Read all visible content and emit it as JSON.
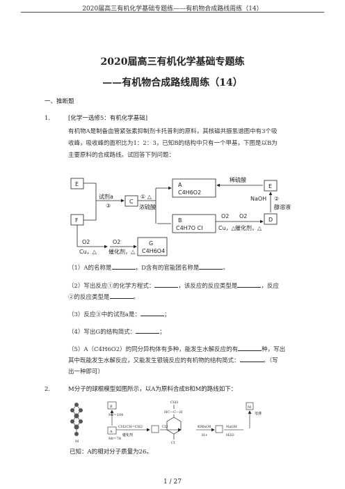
{
  "header": "2020届高三有机化学基础专题练——有机物合成路线周练（14）",
  "title_line1": "2020届高三有机化学基础专题练",
  "title_line2": "——有机物合成路线周练（14）",
  "section": "一、推断题",
  "q1": {
    "number": "1.",
    "tag": "[化学一选修5：有机化学基础]",
    "intro_lines": [
      "有机物A是制备血管紧张素抑制剂卡托普利的原料，其核磁共振氢谱图中有3个吸",
      "收峰，吸收峰的面积比为1：2：3，已知B的结构中只有一个甲基，下图是以B为",
      "主要原料的合成路线。试回答下列问题："
    ],
    "diagram": {
      "E": "E",
      "F": "F",
      "C": "C",
      "A": "A",
      "A_formula": "C4H6O2",
      "B": "B",
      "B_formula": "C4H7O Cl",
      "D": "D",
      "G": "G",
      "G_formula": "C4H6O4",
      "reagent_a": "试剂a",
      "step3": "③",
      "step1": "① △",
      "conc_h2so4": "浓硫酸",
      "dil_h2so4": "稀硫酸",
      "naoh": "NaOH",
      "step2": "②",
      "alcohol_soln": "醇溶液",
      "o2_cu": "O2",
      "cu_heat": "Cu，△",
      "cat_heat": "催化剂，△"
    },
    "sub": [
      [
        "（1）A的名称是",
        "，D含有的官能团名称是",
        "。"
      ],
      [
        "（2）写出反应①的化学方程式：",
        "，该反应的反应类型是",
        "，反应"
      ],
      [
        "②的反应类型是",
        "。"
      ],
      [
        "（3）反应③中的试剂a是：",
        "；"
      ],
      [
        "（4）写出G的结构简式：",
        "；"
      ],
      [
        "（5）A（C4H6O2）的同分异构体有多种，能发生水解反应的有",
        "种，写出"
      ],
      [
        "其中既能发生水解反应，又能发生银镜反应的有机物的结构简式：",
        "。（写"
      ],
      [
        "出一种即可）"
      ]
    ]
  },
  "q2": {
    "number": "2.",
    "text": "M分子的球棍模型如图所示，以A为原料合成B和M的路线如下：",
    "known": "已知：A的相对分子质量为26。",
    "fig_labels": {
      "M": "M",
      "B": "B",
      "B_mass": "Mr=104",
      "A": "A",
      "A_mass": "Mr=78",
      "ch2": "CH2CH=CH2",
      "cat": "催化剂",
      "cl2": "Cl2",
      "ch3": "CH3",
      "hc": "HC—C—H",
      "kmno4": "KMnO4",
      "h": "H+",
      "cl": "Cl",
      "naoh": "NaOH",
      "water": "H2O",
      "soln": "溶液"
    }
  },
  "page_number": "1 / 27"
}
